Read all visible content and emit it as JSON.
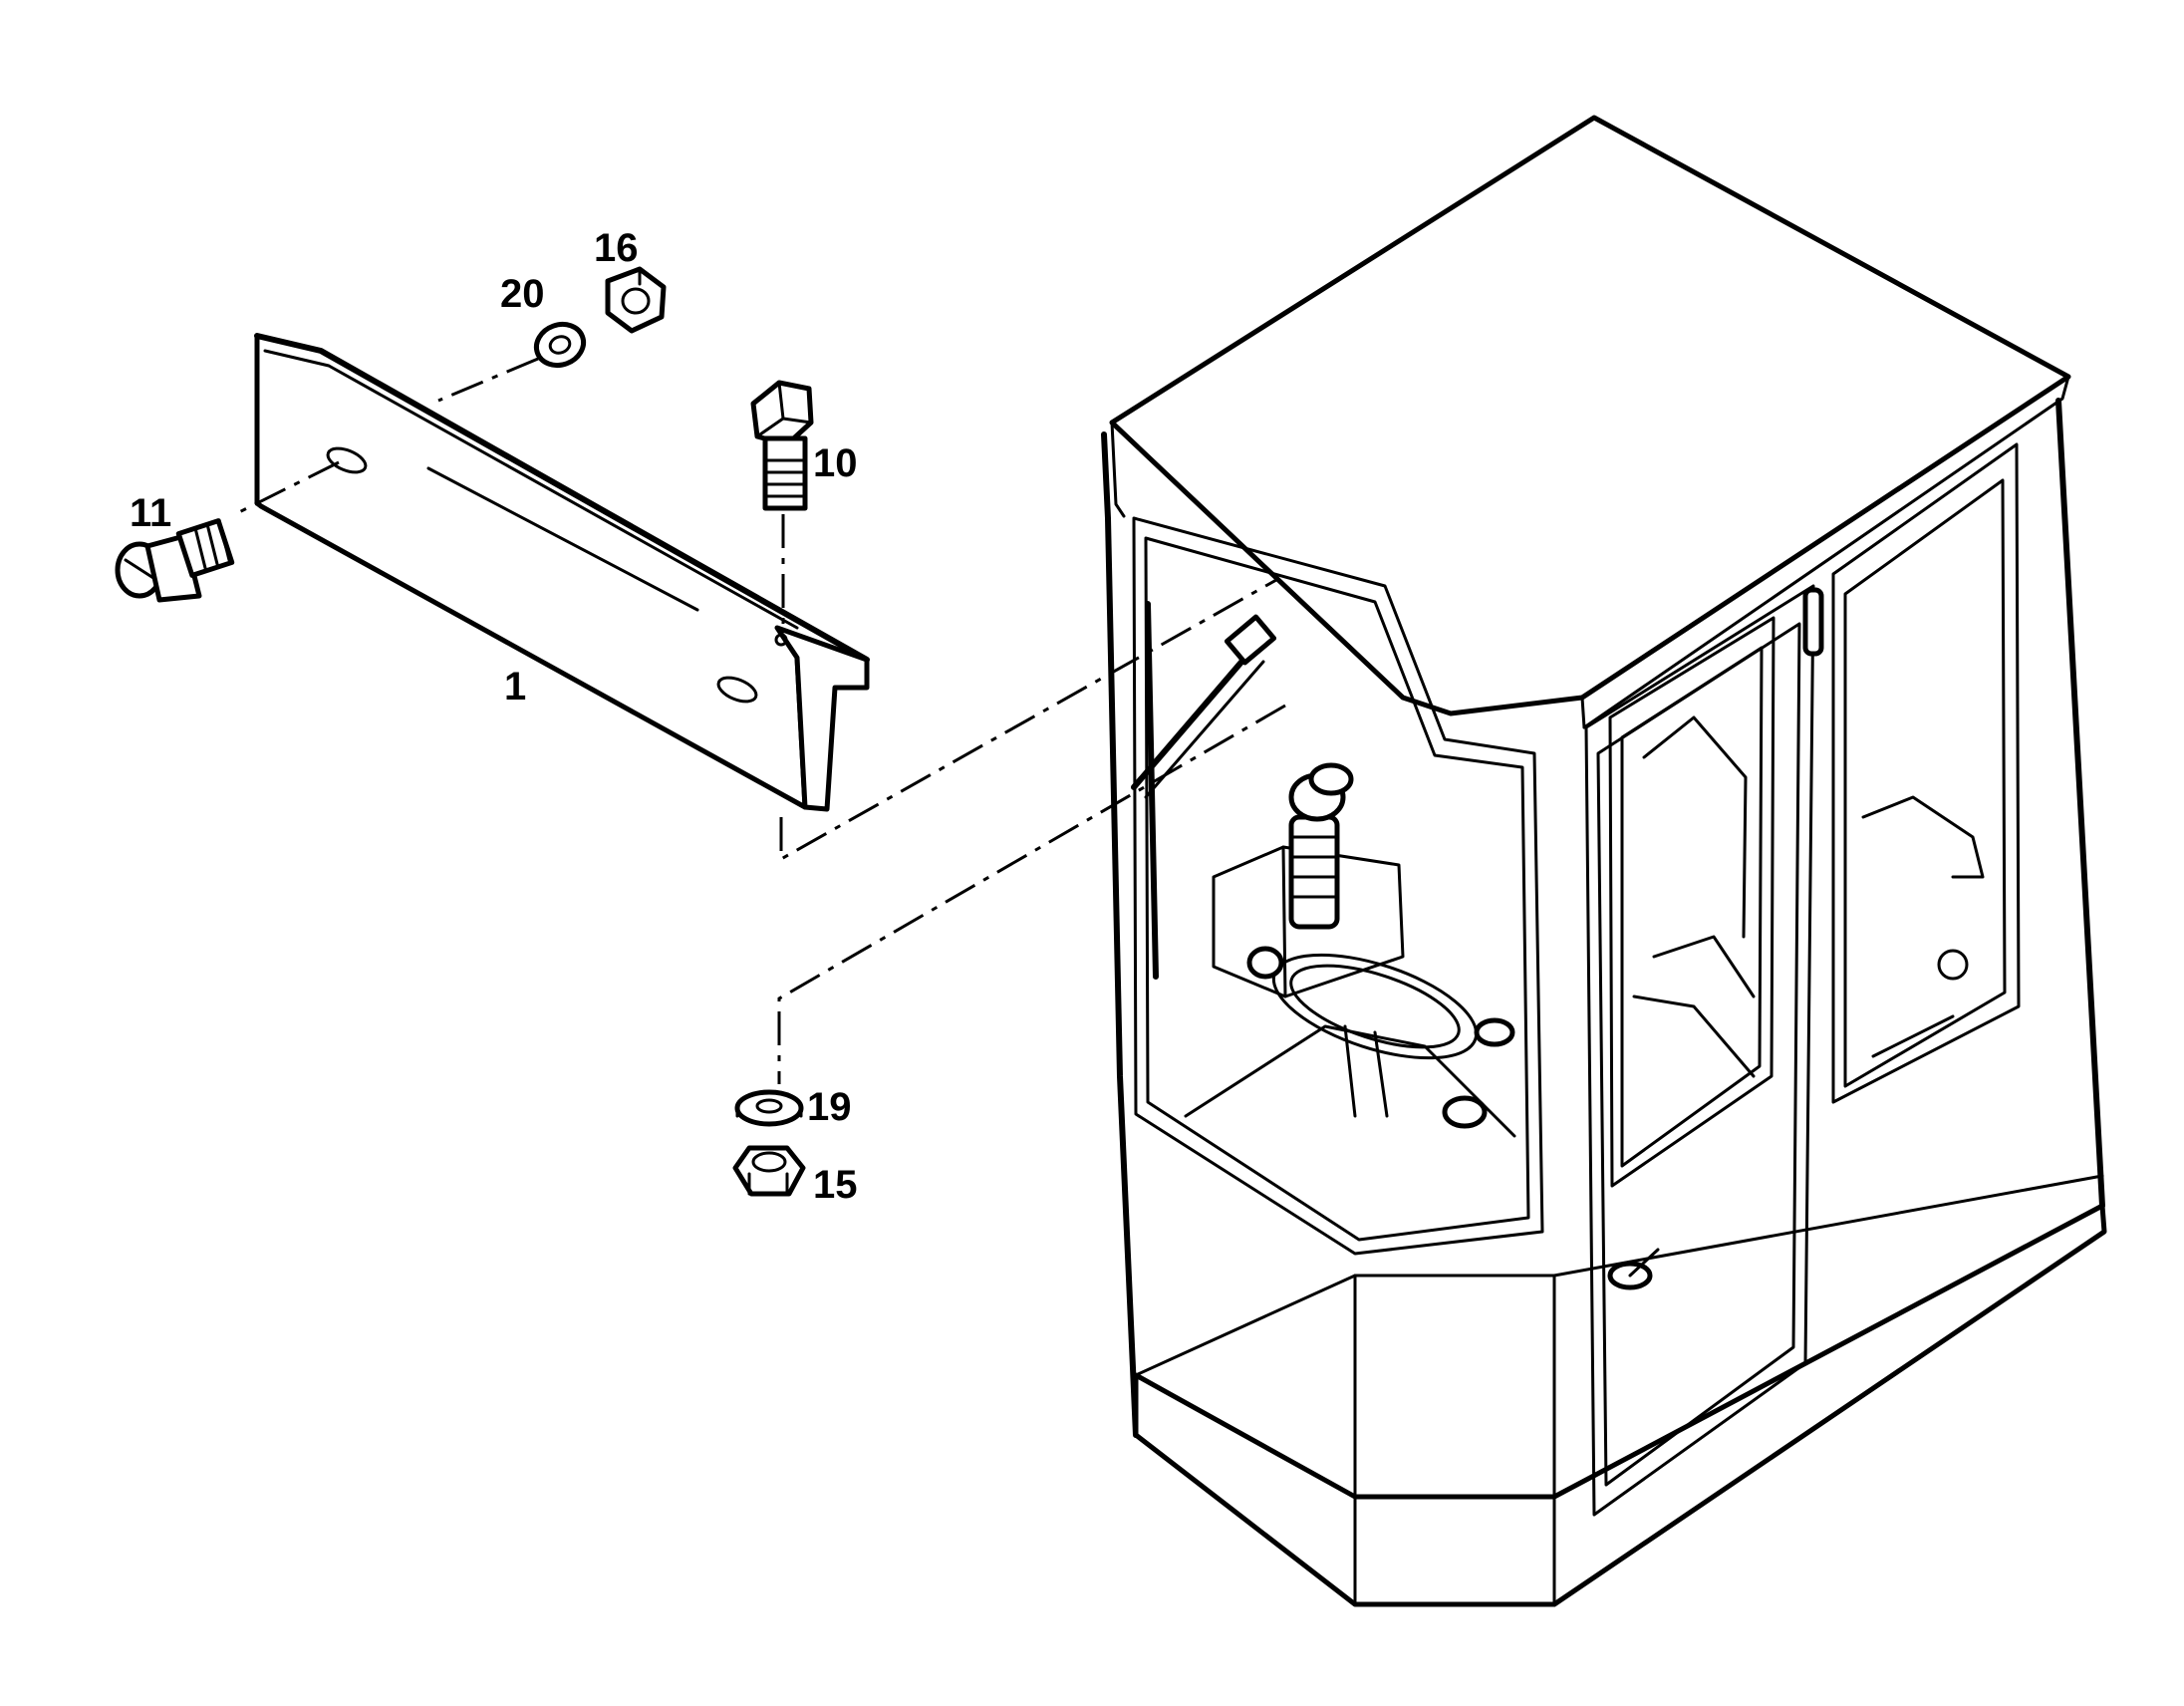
{
  "diagram": {
    "callouts": [
      {
        "id": "1",
        "label": "1"
      },
      {
        "id": "10",
        "label": "10"
      },
      {
        "id": "11",
        "label": "11"
      },
      {
        "id": "15",
        "label": "15"
      },
      {
        "id": "16",
        "label": "16"
      },
      {
        "id": "19",
        "label": "19"
      },
      {
        "id": "20",
        "label": "20"
      }
    ]
  },
  "colors": {
    "line": "#000000",
    "background": "#ffffff"
  }
}
